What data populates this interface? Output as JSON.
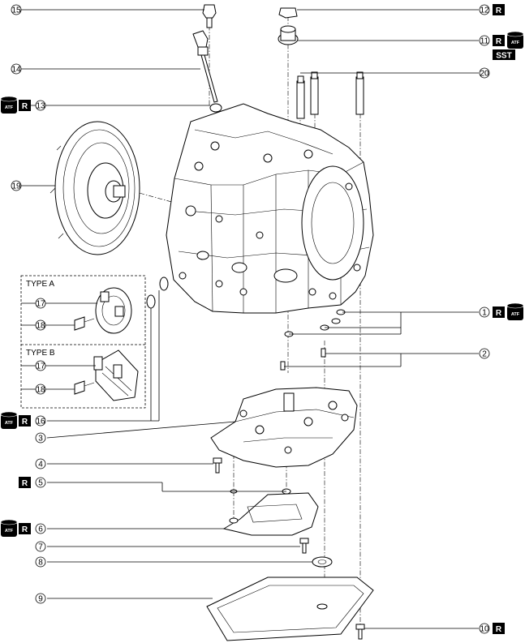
{
  "callouts": {
    "c1": "1",
    "c2": "2",
    "c3": "3",
    "c4": "4",
    "c5": "5",
    "c6": "6",
    "c7": "7",
    "c8": "8",
    "c9": "9",
    "c10": "10",
    "c11": "11",
    "c12": "12",
    "c13": "13",
    "c14": "14",
    "c15": "15",
    "c16": "16",
    "c17a": "17",
    "c17b": "17",
    "c18a": "18",
    "c18b": "18",
    "c19": "19",
    "c20": "20"
  },
  "badges": {
    "replace": "R",
    "atf": "ATF",
    "sst": "SST"
  },
  "types": {
    "a": "TYPE A",
    "b": "TYPE B"
  }
}
